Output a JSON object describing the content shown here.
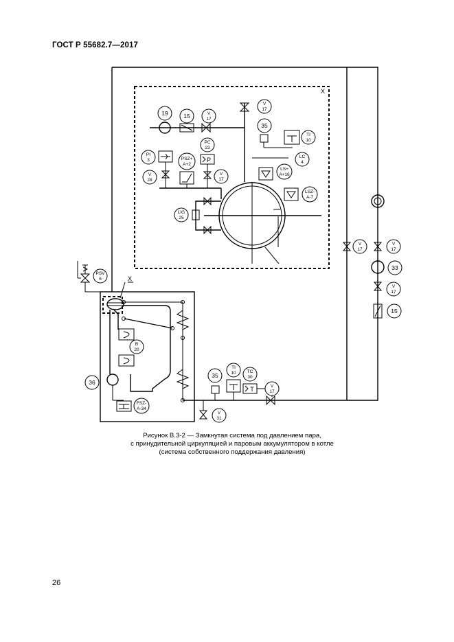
{
  "document": {
    "header": "ГОСТ Р 55682.7—2017",
    "page_number": "26",
    "caption": [
      "Рисунок В.3-2 — Замкнутая система под давлением пара,",
      "с принудительной циркуляцией и паровым аккумулятором в котле",
      "(система собственного поддержания давления)"
    ]
  },
  "diagram": {
    "frame_mark": "X",
    "boiler_mark": "X",
    "tags": {
      "pump_19": "19",
      "filter_15": "15",
      "valve_17_feed": [
        "V",
        "17"
      ],
      "valve_17_top": [
        "V",
        "17"
      ],
      "item_35_top": "35",
      "ti_10_top": [
        "TI",
        "10"
      ],
      "lc_4": [
        "LC",
        "4"
      ],
      "pi_3": [
        "PI",
        "3"
      ],
      "psz_a2": [
        "PSZ+",
        "A+2"
      ],
      "pc_23": [
        "PC",
        "23"
      ],
      "p_symbol": "P",
      "valve_28": [
        "V",
        "28"
      ],
      "valve_17_mid": [
        "V",
        "17"
      ],
      "ls_a16": [
        "LS+",
        "A+16"
      ],
      "lsz_a7": [
        "LSZ-",
        "A-7"
      ],
      "lig_25": [
        "LIG",
        "25"
      ],
      "valve_17_right1": [
        "V",
        "17"
      ],
      "valve_17_right2": [
        "V",
        "17"
      ],
      "pump_33": "33",
      "valve_17_right3": [
        "V",
        "17"
      ],
      "filter_15_right": "15",
      "psv_6": [
        "PSV",
        "6"
      ],
      "b_20": [
        "B",
        "20"
      ],
      "item_36": "36",
      "fsz_a34": [
        "FSZ-",
        "A-34"
      ],
      "item_35_bottom": "35",
      "ti_10_bottom": [
        "TI",
        "10"
      ],
      "tc_30": [
        "TC",
        "30"
      ],
      "t_symbol": "T",
      "valve_17_bottom": [
        "V",
        "17"
      ],
      "valve_31": [
        "V",
        "31"
      ]
    }
  }
}
